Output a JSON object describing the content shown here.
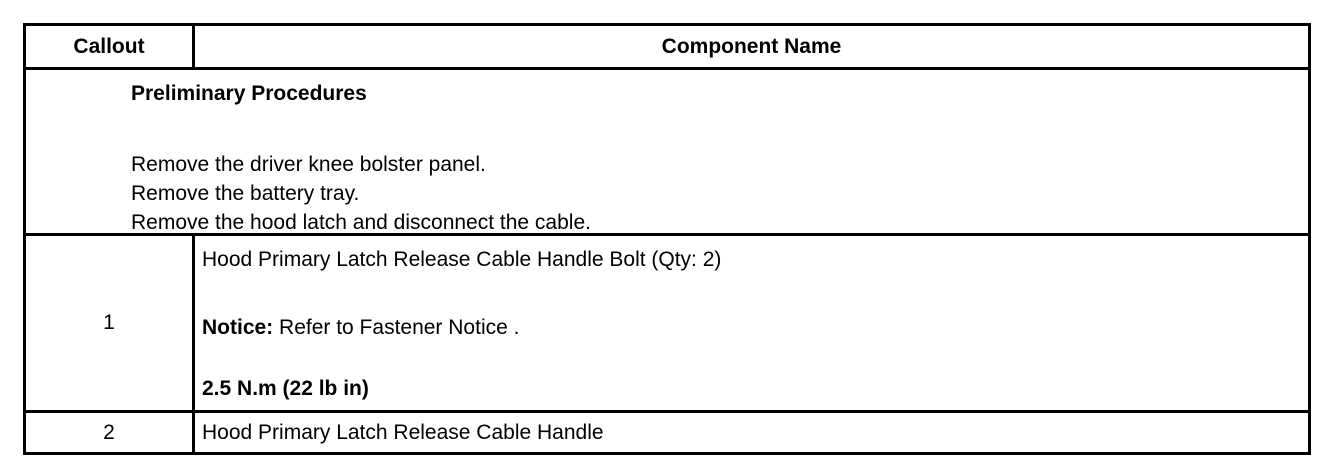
{
  "table": {
    "header": {
      "callout": "Callout",
      "component_name": "Component Name"
    },
    "preliminary": {
      "title": "Preliminary Procedures",
      "steps": [
        "Remove the driver knee bolster panel.",
        "Remove the battery tray.",
        "Remove the hood latch and disconnect the cable."
      ]
    },
    "rows": [
      {
        "callout": "1",
        "name": "Hood Primary Latch Release Cable Handle Bolt (Qty: 2)",
        "notice_label": "Notice:",
        "notice_text": " Refer to Fastener Notice .",
        "torque": "2.5 N.m (22 lb in)"
      },
      {
        "callout": "2",
        "name": "Hood Primary Latch Release Cable Handle"
      }
    ]
  }
}
